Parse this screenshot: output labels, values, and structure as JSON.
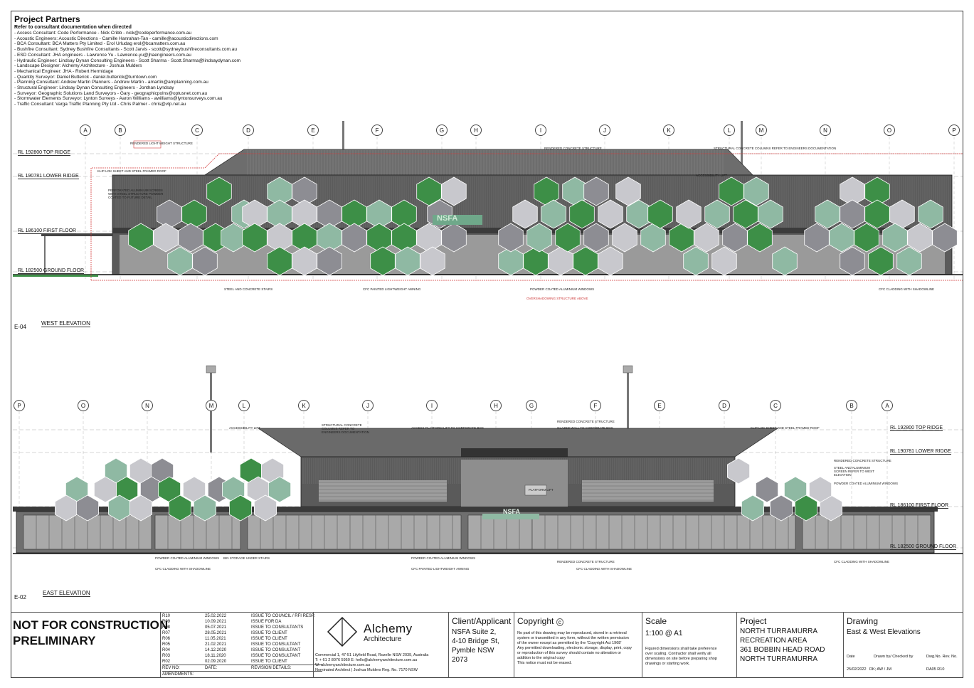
{
  "partners": {
    "title": "Project Partners",
    "subtitle": "Refer to consultant documentation when directed",
    "items": [
      "- Access Consultant: Code Performance - Nick Cribb - nick@codeperformance.com.au",
      "- Acoustic Engineers: Acoustic Directions - Camille Hanrahan-Tan - camille@acousticdirections.com",
      "- BCA Consultant: BCA Matters Pty Limited - Erol Urludag erol@bcamatters.com.au",
      "- Bushfire Consultant: Sydney Bushfire Consultants - Scott Jarvis - scott@sydneybushfireconsultants.com.au",
      "- ESD Consultant: JHA engineers - Lawrence Yu - Lawrence.yu@jhaengineers.com.au",
      "- Hydraulic Engineer: Lindsay Dynan Consulting Engineers - Scott Sharma - Scott.Sharma@lindsaydynan.com",
      "- Landscape Designer: Alchemy Architecture - Joshua Mulders",
      "- Mechanical Engineer: JHA - Robert Hermidage",
      "- Quantity Surveyor: Daniel Butterick - daniel.butterick@turntown.com",
      "- Planning Consultant: Andrew Martin Planners - Andrew Martin - amartin@amplanning.com.au",
      "- Structural Engineer: Lindsay Dynan Consulting Engineers - Jonthan Lyndsay",
      "- Surveyor: Geographic Solutions Land Surveyors - Gary - geographicpolns@optusnet.com.au",
      "- Stormwater Elements Surveyor: Lynton Surveys - Aaron Williams - awilliams@lyntonsurveys.com.au",
      "- Traffic Consultant: Varga Traffic Planning Pty Ltd - Chris Palmer - chris@vtp.net.au"
    ]
  },
  "west": {
    "grids": [
      "A",
      "B",
      "C",
      "D",
      "E",
      "F",
      "G",
      "H",
      "I",
      "J",
      "K",
      "L",
      "M",
      "N",
      "O",
      "P"
    ],
    "levels": [
      "RL 192800 TOP RIDGE",
      "RL 190781 LOWER RIDGE",
      "RL 186100 FIRST FLOOR",
      "RL 182500 GROUND FLOOR"
    ],
    "notes": [
      "RENDERED CONCRETE STRUCTURE",
      "STRUCTURAL CONCRETE COLUMNS REFER TO ENGINEERS DOCUMENTATION",
      "KLIP-LOK SHEET AND STEEL FRAMED ROOF",
      "ACCESSIBILITY LIFT",
      "PERFORATED ALUMINIUM SCREEN WITH STEEL STRUCTURE POWDER COATED TO FUTURE DETAIL",
      "STEEL AND CONCRETE STAIRS",
      "CFC PAINTED LIGHTWEIGHT AWNING",
      "POWDER COATED ALUMINIUM WINDOWS",
      "CFC CLADDING WITH SHADOWLINE",
      "RENDERED LIGHT WEIGHT STRUCTURE",
      "OVERSHADOWING STRUCTURE ABOVE"
    ],
    "id": "E-04",
    "title": "WEST ELEVATION",
    "sign": "NSFA"
  },
  "east": {
    "grids": [
      "P",
      "O",
      "N",
      "M",
      "L",
      "K",
      "J",
      "I",
      "H",
      "G",
      "F",
      "E",
      "D",
      "C",
      "B",
      "A"
    ],
    "levels": [
      "RL 192800 TOP RIDGE",
      "RL 190781 LOWER RIDGE",
      "RL 186100 FIRST FLOOR",
      "RL 182500 GROUND FLOOR"
    ],
    "notes": [
      "ACCESSIBILITY LIFT",
      "STRUCTURAL CONCRETE COLUMNS REFER TO ENGINEERS DOCUMENTATION",
      "ACCESS PLATFORM LIFT TO CORPORATE BOX",
      "RENDERED CONCRETE STRUCTURE",
      "GLAZED WALL TO CORPORATE BOX",
      "KLIP-LOK SHEET AND STEEL FRAMED ROOF",
      "RENDERED CONCRETE STRUCTURE",
      "STEEL AND ALUMINIUM SCREEN REFER TO WEST ELEVATION",
      "POWDER COATED ALUMINIUM WINDOWS",
      "PLATFORM LIFT",
      "POWDER COATED ALUMINIUM WINDOWS",
      "BIN STORAGE UNDER STAIRS",
      "CFC CLADDING WITH SHADOWLINE",
      "POWDER COATED ALUMINIUM WINDOWS",
      "CFC PAINTED LIGHTWEIGHT AWNING",
      "RENDERED CONCRETE STRUCTURE",
      "CFC CLADDING WITH SHADOWLINE",
      "CFC CLADDING WITH SHADOWLINE"
    ],
    "id": "E-02",
    "title": "EAST ELEVATION",
    "sign": "NSFA"
  },
  "titleblock": {
    "nfc": "NOT FOR CONSTRUCTION",
    "preliminary": "PRELIMINARY",
    "revisions": [
      [
        "R10",
        "25.02.2022",
        "ISSUE TO COUNCIL / RFI RESP."
      ],
      [
        "R09",
        "10.09.2021",
        "ISSUE FOR DA"
      ],
      [
        "R08",
        "05.07.2021",
        "ISSUE TO CONSULTANTS"
      ],
      [
        "R07",
        "28.05.2021",
        "ISSUE TO CLIENT"
      ],
      [
        "R06",
        "11.05.2021",
        "ISSUE TO CLIENT"
      ],
      [
        "R05",
        "21.02.2021",
        "ISSUE TO CONSULTANT"
      ],
      [
        "R04",
        "14.12.2020",
        "ISSUE TO CONSULTANT"
      ],
      [
        "R03",
        "18.11.2020",
        "ISSUE TO CONSULTANT"
      ],
      [
        "R02",
        "02.09.2020",
        "ISSUE TO CLIENT"
      ]
    ],
    "rev_header": [
      "REV NO:",
      "DATE:",
      "REVISION DETAILS:"
    ],
    "amendments": "AMENDMENTS:",
    "firm_name": "Alchemy",
    "firm_sub": "Architecture",
    "firm_address": [
      "Commercial 1, 47-51 Lilyfield Road, Rozelle NSW 2039, Australia",
      "T: + 61 2 8076 5950 E: hello@alchemyarchitecture.com.au",
      "W: alchemyarchitecture.com.au",
      "Nominated Architect | Joshua Mulders Reg. No. 7170 NSW"
    ],
    "client_label": "Client/Applicant",
    "client": [
      "NSFA Suite 2,",
      "4-10 Bridge St,",
      "Pymble NSW",
      "2073"
    ],
    "copyright_label": "Copyright",
    "copyright_text": [
      "No part of this drawing may be reproduced, stored in a retrieval",
      "system or transmitted in any form, without the written permission",
      "of the owner except as permitted by the 'Copyright Act 1968'",
      "Any permitted downloading, electronic storage, display, print, copy",
      "or reproduction of this survey should contain no alteration or",
      "addition to the original copy",
      "This notice must not be erased."
    ],
    "scale_label": "Scale",
    "scale": "1:100 @ A1",
    "scale_note": [
      "Figured dimensions shall take preference",
      "over scaling. Contractor shall verify all",
      "dimensions on site before preparing shop",
      "drawings or starting work."
    ],
    "project_label": "Project",
    "project": [
      "NORTH TURRAMURRA",
      "RECREATION AREA",
      "361 BOBBIN HEAD ROAD",
      "NORTH TURRAMURRA"
    ],
    "drawing_label": "Drawing",
    "drawing": "East & West Elevations",
    "meta_labels": [
      "Date",
      "Drawn by/ Checked by",
      "Dwg.No. Rev. No."
    ],
    "meta_values": [
      "25/02/2022",
      "DK; AW / JM",
      "DA05 R10"
    ]
  },
  "colors": {
    "green": "#3d8f47",
    "light_green": "#8fb9a3",
    "grey": "#8d8d93",
    "light_grey": "#c8c8cd",
    "dark": "#2b2b2b",
    "red": "#d43a3a"
  }
}
